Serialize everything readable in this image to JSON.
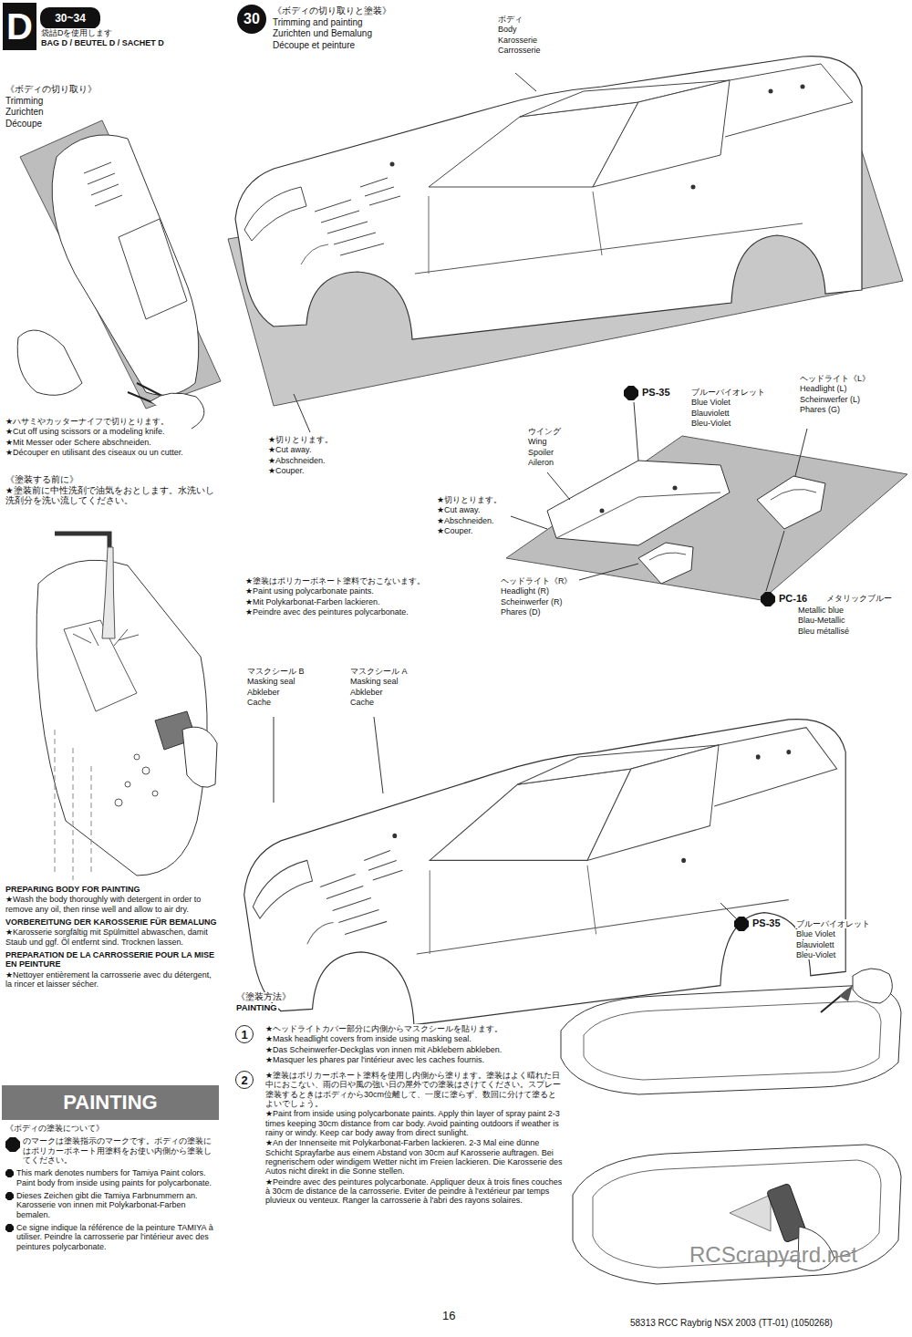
{
  "diagram": {
    "nodes": [
      {
        "text": [
          "D"
        ]
      },
      {
        "text": [
          "30~34"
        ]
      },
      {
        "text": [
          "30"
        ]
      },
      {
        "text": [
          "PAINTING"
        ]
      },
      {
        "text": [
          "1"
        ]
      },
      {
        "text": [
          "2"
        ]
      }
    ],
    "labels": [
      "袋詰Dを使用します",
      "BAG D / BEUTEL D / SACHET D",
      "《ボディの切り取り》",
      "Trimming",
      "Zurichten",
      "Découpe",
      "★ハサミやカッターナイフで切りとります。",
      "★Cut off using scissors or a modeling knife.",
      "★Mit Messer oder Schere abschneiden.",
      "★Découper en utilisant des ciseaux ou un cutter.",
      "《塗装する前に》",
      "★塗装前に中性洗剤で油気をおとします。水洗いし洗剤分を洗い流してください。",
      "PREPARING BODY FOR PAINTING",
      "★Wash the body thoroughly with detergent in order to remove any oil, then rinse well and allow to air dry.",
      "VORBEREITUNG DER KAROSSERIE FÜR BEMALUNG",
      "★Karosserie sorgfältig mit Spülmittel abwaschen, damit Staub und ggf. Öl entfernt sind. Trocknen lassen.",
      "PREPARATION DE LA CARROSSERIE POUR LA MISE EN PEINTURE",
      "★Nettoyer entièrement la carrosserie avec du détergent, la rincer et laisser sécher.",
      "《ボディの塗装について》",
      "のマークは塗装指示のマークです。ボディの塗装にはポリカーボネート用塗料をお使い内側から塗装してください。",
      "This mark denotes numbers for Tamiya Paint colors. Paint body from inside using paints for polycarbonate.",
      "Dieses Zeichen gibt die Tamiya Farbnummern an. Karosserie von innen mit Polykarbonat-Farben bemalen.",
      "Ce signe indique la référence de la peinture TAMIYA à utiliser. Peindre la carrosserie par l'intérieur avec des peintures polycarbonate.",
      "《ボディの切り取りと塗装》",
      "Trimming and painting",
      "Zurichten und Bemalung",
      "Découpe et peinture",
      "ボディ",
      "Body",
      "Karosserie",
      "Carrosserie",
      "★切りとります。",
      "★Cut away.",
      "★Abschneiden.",
      "★Couper.",
      "PS-35",
      "ブルーバイオレット",
      "Blue Violet",
      "Blauviolett",
      "Bleu-Violet",
      "ヘッドライト《L》",
      "Headlight (L)",
      "Scheinwerfer (L)",
      "Phares (G)",
      "ウイング",
      "Wing",
      "Spoiler",
      "Aileron",
      "★切りとります。",
      "★Cut away.",
      "★Abschneiden.",
      "★Couper.",
      "★塗装はポリカーボネート塗料でおこないます。",
      "★Paint using polycarbonate paints.",
      "★Mit Polykarbonat-Farben lackieren.",
      "★Peindre avec des peintures polycarbonate.",
      "ヘッドライト《R》",
      "Headlight (R)",
      "Scheinwerfer (R)",
      "Phares (D)",
      "PC-16",
      "メタリックブルー",
      "Metallic blue",
      "Blau-Metallic",
      "Bleu métallisé",
      "マスクシール B",
      "Masking seal",
      "Abkleber",
      "Cache",
      "マスクシール A",
      "Masking seal",
      "Abkleber",
      "Cache",
      "PS-35",
      "ブルーバイオレット",
      "Blue Violet",
      "Blauviolett",
      "Bleu-Violet",
      "《塗装方法》",
      "PAINTING",
      "★ヘッドライトカバー部分に内側からマスクシールを貼ります。",
      "★Mask headlight covers from inside using masking seal.",
      "★Das Scheinwerfer-Deckglas von innen mit Abklebern abkleben.",
      "★Masquer les phares par l'intérieur avec les caches fournis.",
      "★塗装はポリカーボネート塗料を使用し内側から塗ります。塗装はよく晴れた日中におこない、雨の日や風の強い日の屋外での塗装はさけてください。スプレー塗装するときはボディから30cm位離して、一度に塗らず、数回に分けて塗るとよいでしょう。",
      "★Paint from inside using polycarbonate paints. Apply thin layer of spray paint 2-3 times keeping 30cm distance from car body. Avoid painting outdoors if weather is rainy or windy. Keep car body away from direct sunlight.",
      "★An der Innenseite mit Polykarbonat-Farben lackieren. 2-3 Mal eine dünne Schicht Sprayfarbe aus einem Abstand von 30cm auf Karosserie auftragen. Bei regnerischem oder windigem Wetter nicht im Freien lackieren. Die Karosserie des Autos nicht direkt in die Sonne stellen.",
      "★Peindre avec des peintures polycarbonate. Appliquer deux à trois fines couches à 30cm de distance de la carrosserie. Eviter de peindre à l'extérieur par temps pluvieux ou venteux. Ranger la carrosserie à l'abri des rayons solaires.",
      "16",
      "58313 RCC Raybrig NSX 2003 (TT-01) (1050268)",
      "RCScrapyard.net"
    ]
  }
}
